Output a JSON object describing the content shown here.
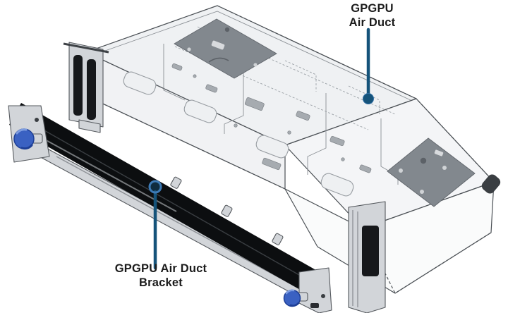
{
  "figure": {
    "type": "hardware-installation-diagram",
    "background": "#ffffff",
    "callouts": {
      "air_duct": {
        "line1": "GPGPU",
        "line2": "Air Duct"
      },
      "bracket": {
        "line1": "GPGPU Air Duct",
        "line2": "Bracket"
      }
    },
    "parts": {
      "air_duct_name": "GPGPU Air Duct",
      "bracket_name": "GPGPU Air Duct Bracket"
    },
    "colors": {
      "leader": "#15537a",
      "label_text": "#1b1b1b",
      "thumbscrew": "#3a61c2",
      "thumbscrew_dark": "#1e3f96",
      "bracket_bar": "#0c0e10",
      "metal": "#d2d5d9",
      "metal_stroke": "#54585d",
      "plate": "#82888e"
    }
  }
}
